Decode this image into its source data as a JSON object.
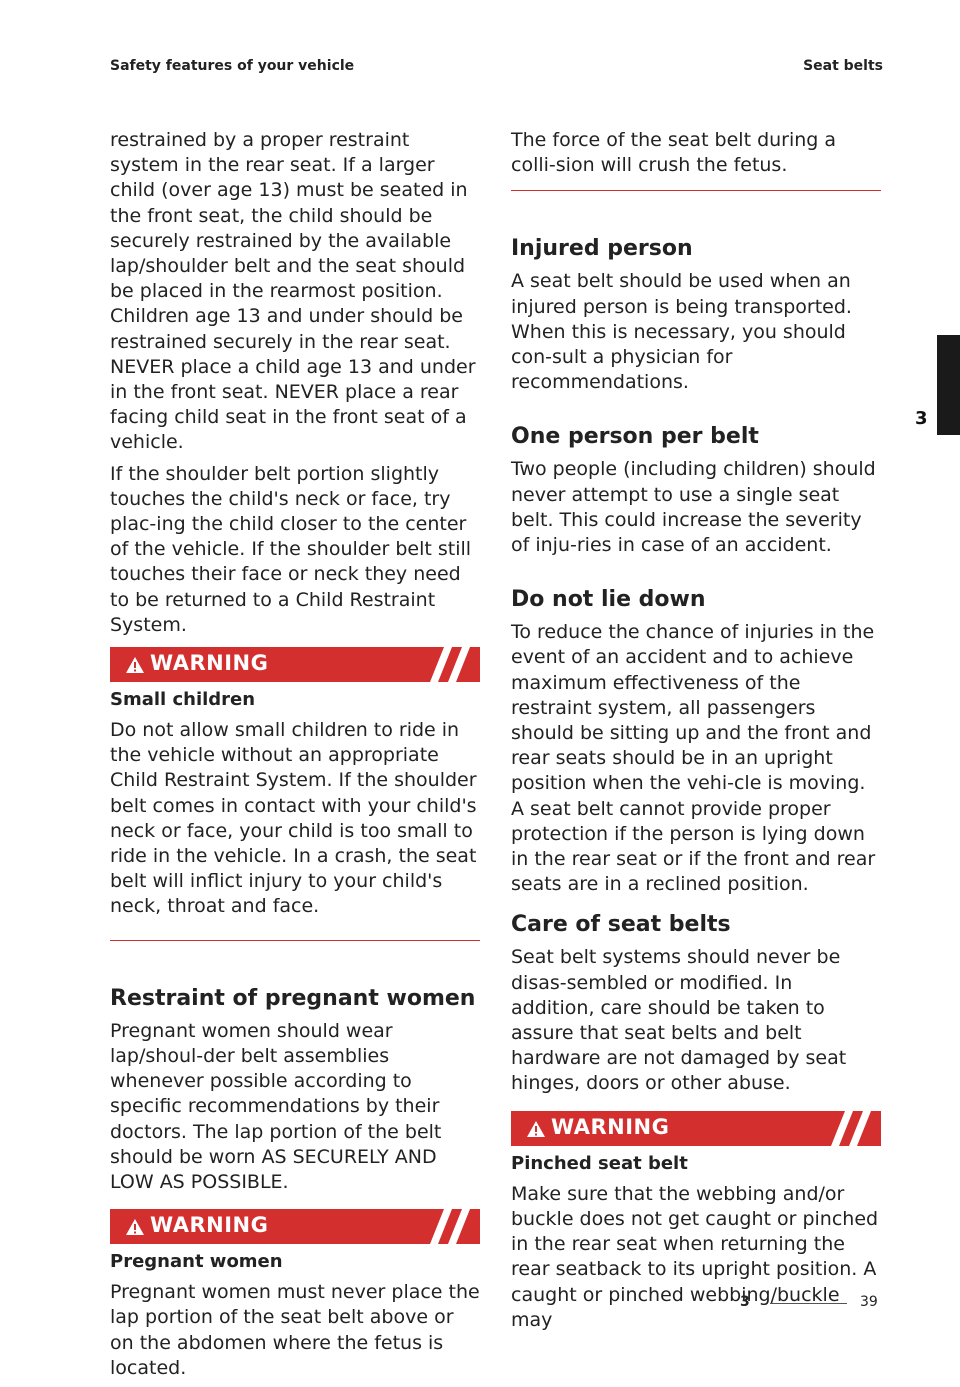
{
  "header": {
    "left": "Safety features of your vehicle",
    "right": "Seat belts"
  },
  "left_column": {
    "intro": "restrained by a proper restraint system in the rear seat. If a larger child (over age 13) must be seated in the front seat, the child should be securely restrained by the available lap/shoulder belt and the seat should be placed in the rearmost position. Children age 13 and under should be restrained securely in the rear seat. NEVER place a child age 13 and under in the front seat. NEVER place a rear facing child seat in the front seat of a vehicle.",
    "shoulder_para": "If the shoulder belt portion slightly touches the child's neck or face, try plac-ing the child closer to the center of the vehicle. If the shoulder belt still touches their face or neck they need to be returned to a Child Restraint System.",
    "warning1": {
      "label": "WARNING",
      "title": "Small children",
      "text": "Do not allow small children to ride in the vehicle without an appropriate Child Restraint System. If the shoulder belt comes in contact with your child's neck or face, your child is too small to ride in the vehicle. In a crash, the seat belt will inflict injury to your child's neck, throat and face."
    },
    "pregnant": {
      "heading": "Restraint of pregnant women",
      "text": "Pregnant women should wear lap/shoul-der belt assemblies whenever possible according to specific recommendations by their doctors. The lap portion of the belt should be worn AS SECURELY AND LOW AS POSSIBLE."
    },
    "warning2": {
      "label": "WARNING",
      "title": "Pregnant women",
      "text": "Pregnant women must never place the lap portion of the seat belt above or on the abdomen where the fetus is located."
    }
  },
  "right_column": {
    "cont": "The force of the seat belt during a colli-sion will crush the fetus.",
    "injured": {
      "heading": "Injured person",
      "text": "A seat belt should be used when an injured person is being transported. When this is necessary, you should con-sult a physician for recommendations."
    },
    "one_person": {
      "heading": "One person per belt",
      "text": "Two people (including children) should never attempt to use a single seat belt. This could increase the severity of inju-ries in case of an accident."
    },
    "lie_down": {
      "heading": "Do not lie down",
      "text": "To reduce the chance of injuries in the event of an accident and to achieve maximum effectiveness of the restraint system, all passengers should be sitting up and the front and rear seats should be in an upright position when the vehi-cle is moving. A seat belt cannot provide proper protection if the person is lying down in the rear seat or if the front and rear seats are in a reclined position."
    },
    "care": {
      "heading": "Care of seat belts",
      "text": "Seat belt systems should never be disas-sembled or modified. In addition, care should be taken to assure that seat belts and belt hardware are not damaged by seat hinges, doors or other abuse."
    },
    "warning3": {
      "label": "WARNING",
      "title": "Pinched seat belt",
      "text": "Make sure that the webbing and/or buckle does not get caught or pinched in the rear seat when returning the rear seatback to its upright position. A caught or pinched webbing/buckle may"
    }
  },
  "side_tab": {
    "chapter": "3"
  },
  "footer": {
    "chapter": "3",
    "page": "39"
  },
  "colors": {
    "accent": "#d32f2f",
    "tab": "#1a1a1a"
  }
}
